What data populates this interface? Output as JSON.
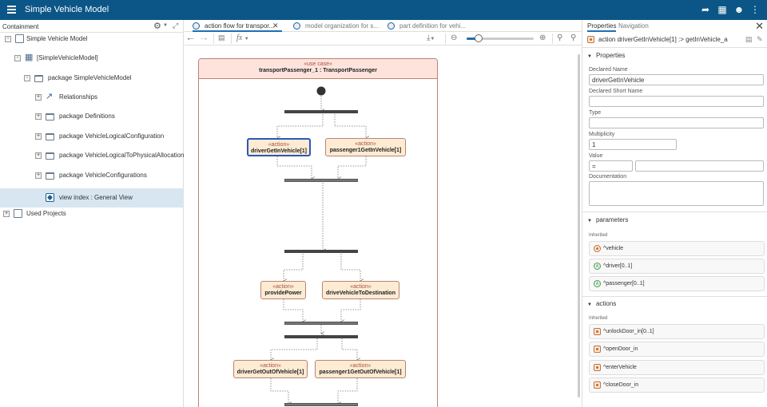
{
  "app": {
    "title": "Simple Vehicle Model",
    "header_icons": [
      "share-icon",
      "grid-icon",
      "user-icon",
      "more-vert-icon"
    ]
  },
  "containment": {
    "label": "Containment",
    "tree": [
      {
        "label": "Simple Vehicle Model",
        "icon": "document-icon",
        "toggle": "-"
      },
      {
        "label": "[SimpleVehicleModel]",
        "icon": "model-icon",
        "toggle": "-"
      },
      {
        "label": "package SimpleVehicleModel",
        "icon": "folder-icon",
        "toggle": "-"
      },
      {
        "label": "Relationships",
        "icon": "relationship-icon",
        "toggle": "+"
      },
      {
        "label": "package Definitions",
        "icon": "folder-icon",
        "toggle": "+"
      },
      {
        "label": "package VehicleLogicalConfiguration",
        "icon": "folder-icon",
        "toggle": "+"
      },
      {
        "label": "package VehicleLogicalToPhysicalAllocation",
        "icon": "folder-icon",
        "toggle": "+"
      },
      {
        "label": "package VehicleConfigurations",
        "icon": "folder-icon",
        "toggle": "+"
      },
      {
        "label": "view index : General View",
        "icon": "view-icon",
        "toggle": "",
        "selected": true
      },
      {
        "label": "Used Projects",
        "icon": "document-icon",
        "toggle": "+"
      }
    ]
  },
  "editor": {
    "tabs": [
      {
        "label": "action flow for transpor...",
        "active": true,
        "closable": true
      },
      {
        "label": "model organization for s...",
        "active": false
      },
      {
        "label": "part definition for vehi...",
        "active": false
      }
    ],
    "toolbar": {
      "fx_label": "fx",
      "zoom_level_fraction": 0.18
    }
  },
  "diagram": {
    "use_case": {
      "stereotype": "«use case»",
      "name": "transportPassenger_1 : TransportPassenger"
    },
    "actions": [
      {
        "stereotype": "«action»",
        "name": "driverGetInVehicle[1]",
        "selected": true
      },
      {
        "stereotype": "«action»",
        "name": "passenger1GetInVehicle[1]"
      },
      {
        "stereotype": "«action»",
        "name": "providePower"
      },
      {
        "stereotype": "«action»",
        "name": "driveVehicleToDestination"
      },
      {
        "stereotype": "«action»",
        "name": "driverGetOutOfVehicle[1]"
      },
      {
        "stereotype": "«action»",
        "name": "passenger1GetOutOfVehicle[1]"
      }
    ]
  },
  "properties_panel": {
    "tabs": [
      {
        "label": "Properties",
        "active": true
      },
      {
        "label": "Navigation",
        "active": false
      }
    ],
    "element_title": "action driverGetInVehicle[1] :> getInVehicle_a",
    "sections": {
      "properties": {
        "title": "Properties",
        "declared_name_label": "Declared Name",
        "declared_name": "driverGetInVehicle",
        "declared_short_name_label": "Declared Short Name",
        "declared_short_name": "",
        "type_label": "Type",
        "type": "",
        "multiplicity_label": "Multiplicity",
        "multiplicity": "1",
        "value_label": "Value",
        "value_operator": "=",
        "value": "",
        "documentation_label": "Documentation",
        "documentation": ""
      },
      "parameters": {
        "title": "parameters",
        "inherited_label": "Inherited",
        "items": [
          {
            "label": "^vehicle",
            "icon": "part"
          },
          {
            "label": "^driver[0..1]",
            "icon": "attr"
          },
          {
            "label": "^passenger[0..1]",
            "icon": "attr"
          }
        ]
      },
      "actions": {
        "title": "actions",
        "inherited_label": "Inherited",
        "items": [
          {
            "label": "^unlockDoor_in[0..1]"
          },
          {
            "label": "^openDoor_in"
          },
          {
            "label": "^enterVehicle"
          },
          {
            "label": "^closeDoor_in"
          }
        ]
      }
    }
  }
}
